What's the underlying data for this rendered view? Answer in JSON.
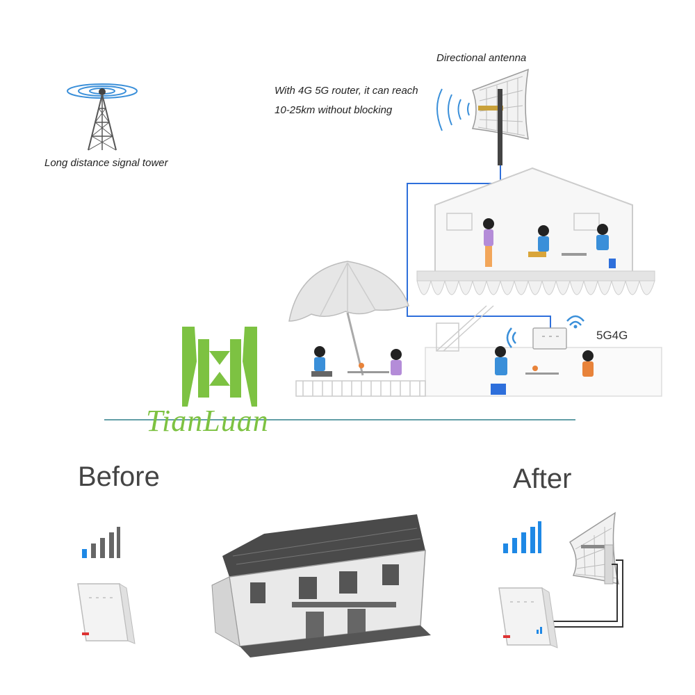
{
  "tower": {
    "caption": "Long distance signal tower"
  },
  "antenna": {
    "caption": "Directional antenna",
    "reach_line1": "With 4G 5G router, it can reach",
    "reach_line2": "10-25km without blocking"
  },
  "router": {
    "band_label": "5G4G"
  },
  "brand": {
    "name": "TianLuan",
    "color": "#7dc242"
  },
  "comparison": {
    "before_label": "Before",
    "after_label": "After",
    "before_signal_color": "#1e88e5",
    "after_signal_color": "#1e88e5"
  },
  "cable_color": "#2e6fdb"
}
